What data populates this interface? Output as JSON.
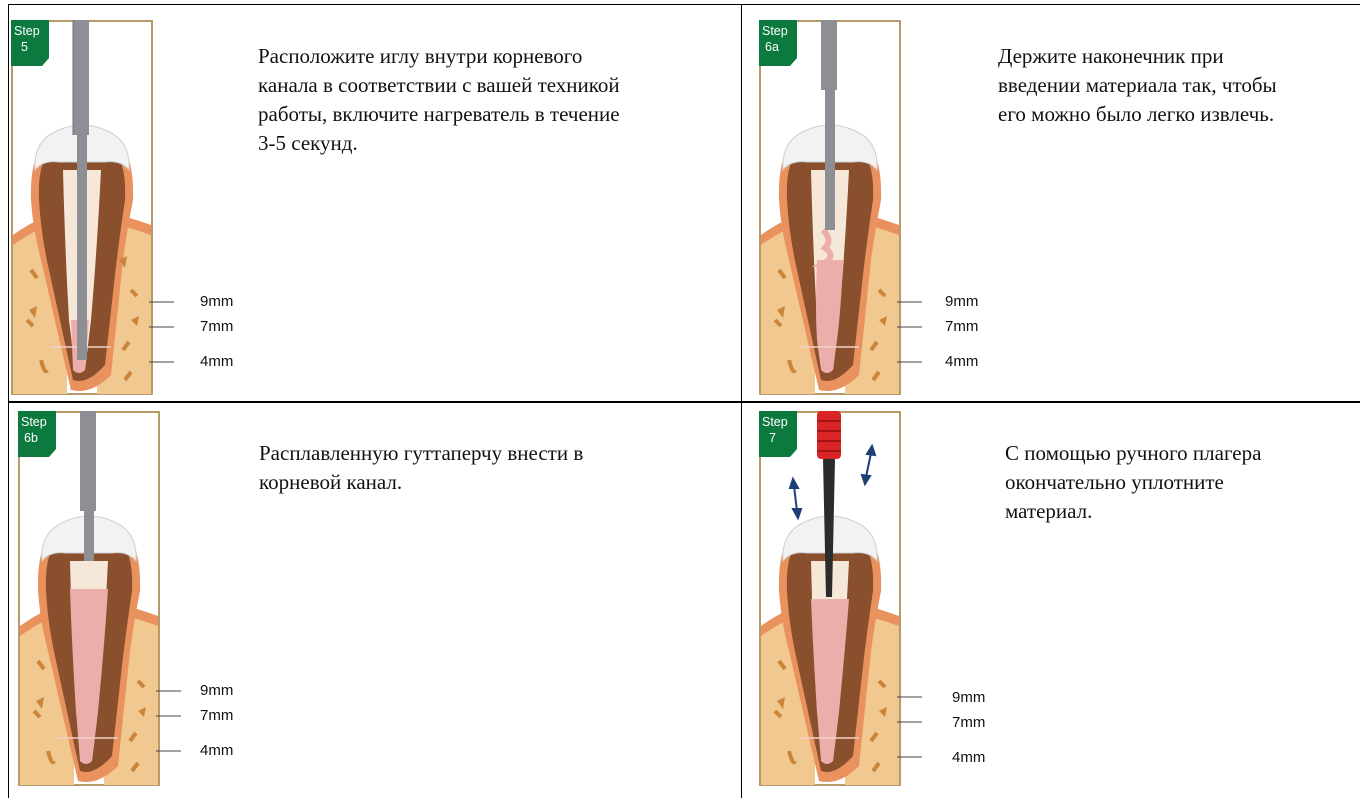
{
  "colors": {
    "badge": "#0c7a3e",
    "frame": "#b89a6a",
    "bone": "#f0c890",
    "gum": "#e9925e",
    "dentin": "#8a4f2c",
    "enamel": "#f2f2f2",
    "pulp": "#ecaeaa",
    "needle": "#8d8f94",
    "plugger_handle": "#d92525",
    "arrow": "#1f3f77"
  },
  "panels": [
    {
      "step_word": "Step",
      "step_num": "5",
      "text": "Расположите иглу внутри корневого\nканала в соответствии с вашей техникой\nработы, включите нагреватель в течение\n3-5 секунд.",
      "depth_labels": [
        "9mm",
        "7mm",
        "4mm"
      ],
      "tool": "heated-needle-icon"
    },
    {
      "step_word": "Step",
      "step_num": "6a",
      "text": "Держите наконечник при\nвведении материала так, чтобы\nего можно было легко извлечь.",
      "depth_labels": [
        "9mm",
        "7mm",
        "4mm"
      ],
      "tool": "dispensing-needle-icon"
    },
    {
      "step_word": "Step",
      "step_num": "6b",
      "text": "Расплавленную гуттаперчу внести в\nкорневой канал.",
      "depth_labels": [
        "9mm",
        "7mm",
        "4mm"
      ],
      "tool": "backfill-needle-icon"
    },
    {
      "step_word": "Step",
      "step_num": "7",
      "text": "С помощью ручного плагера\nокончательно уплотните\nматериал.",
      "depth_labels": [
        "9mm",
        "7mm",
        "4mm"
      ],
      "tool": "hand-plugger-icon"
    }
  ]
}
